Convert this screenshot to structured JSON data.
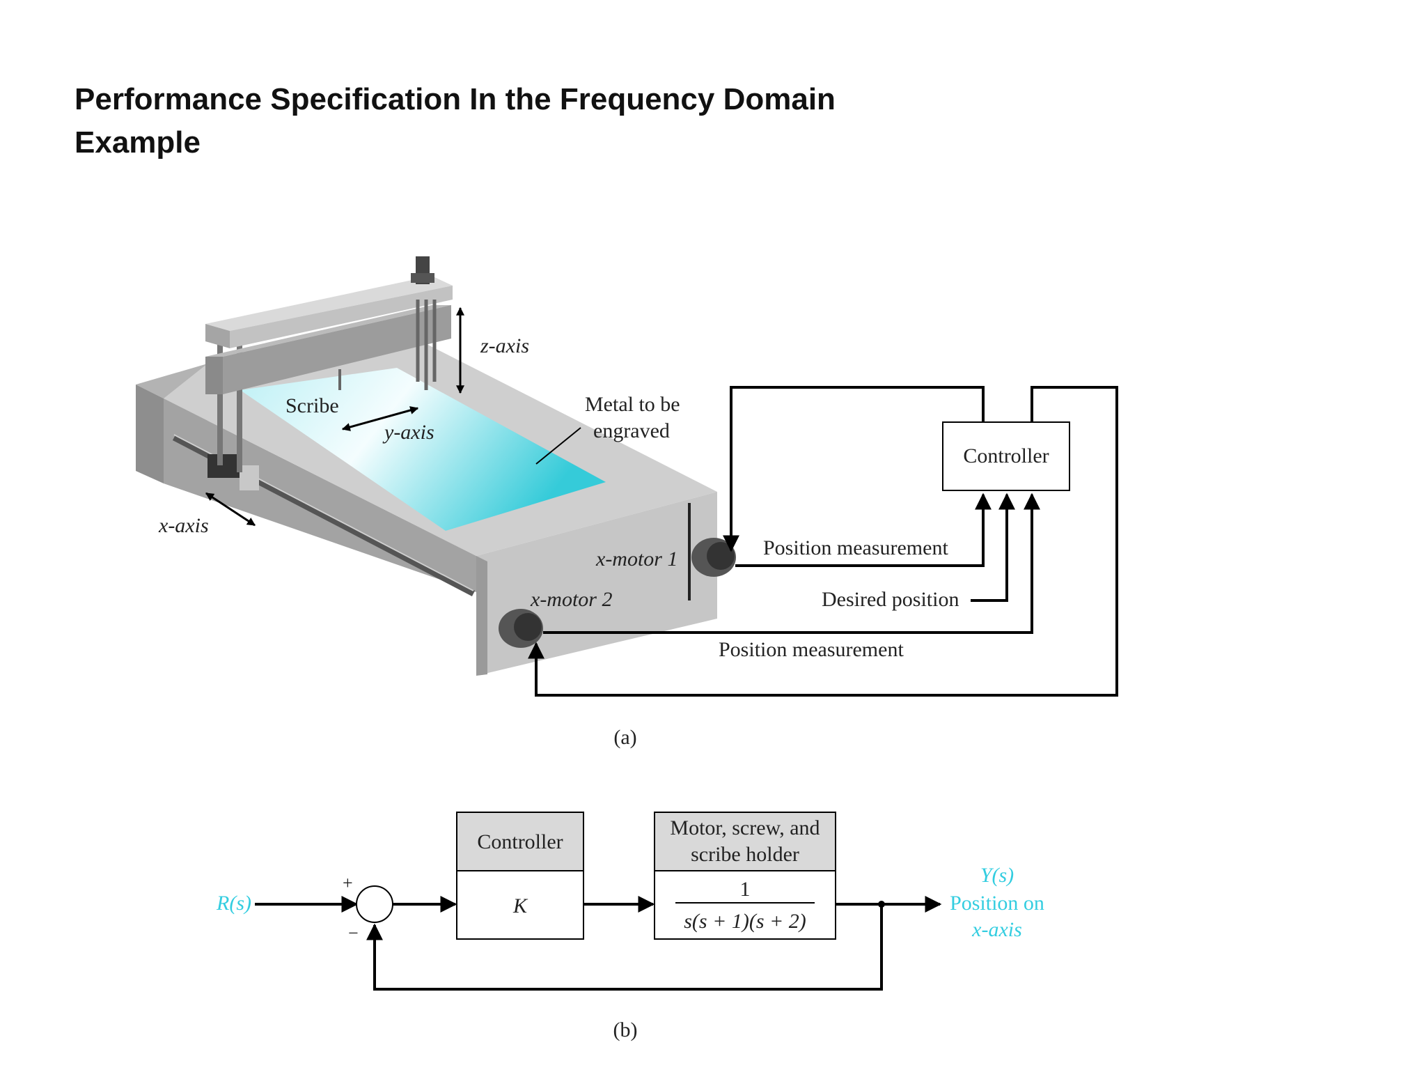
{
  "slide": {
    "title_line1": "Performance Specification In the Frequency Domain",
    "title_line2": "Example"
  },
  "figure_a": {
    "labels": {
      "z_axis": "z-axis",
      "scribe": "Scribe",
      "y_axis": "y-axis",
      "metal_line1": "Metal to be",
      "metal_line2": "engraved",
      "x_axis": "x-axis",
      "x_motor_1": "x-motor 1",
      "x_motor_2": "x-motor 2",
      "controller": "Controller",
      "position_measurement_top": "Position measurement",
      "desired_position": "Desired position",
      "position_measurement_bottom": "Position measurement"
    },
    "caption": "(a)"
  },
  "figure_b": {
    "input": "R(s)",
    "plus": "+",
    "minus": "−",
    "controller_header": "Controller",
    "controller_gain": "K",
    "plant_header_line1": "Motor, screw, and",
    "plant_header_line2": "scribe holder",
    "tf_numerator": "1",
    "tf_denominator": "s(s + 1)(s + 2)",
    "output_line1": "Y(s)",
    "output_line2": "Position on",
    "output_line3": "x-axis",
    "caption": "(b)"
  },
  "colors": {
    "metal_surface": "#35cbd9",
    "signal_label": "#33cde0",
    "block_header": "#d9d9d9"
  }
}
